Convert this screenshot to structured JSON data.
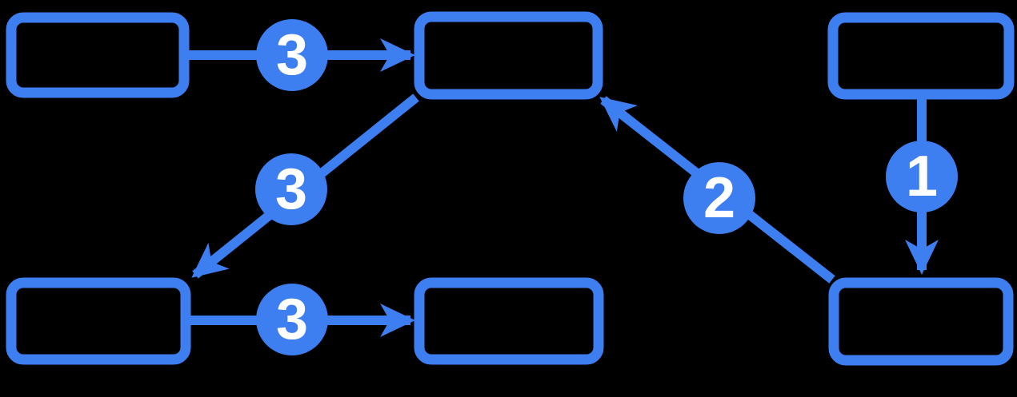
{
  "diagram": {
    "background_color": "#000000",
    "accent_color": "#3D7EF0",
    "badge_text_color": "#FFFFFF",
    "nodes": [
      {
        "id": "top-left",
        "label": ""
      },
      {
        "id": "top-center",
        "label": ""
      },
      {
        "id": "top-right",
        "label": ""
      },
      {
        "id": "bottom-left",
        "label": ""
      },
      {
        "id": "bottom-center",
        "label": ""
      },
      {
        "id": "bottom-right",
        "label": ""
      }
    ],
    "edges": [
      {
        "from": "top-left",
        "to": "top-center",
        "badge": "3"
      },
      {
        "from": "top-center",
        "to": "bottom-left",
        "badge": "3"
      },
      {
        "from": "bottom-left",
        "to": "bottom-center",
        "badge": "3"
      },
      {
        "from": "bottom-right",
        "to": "top-center",
        "badge": "2"
      },
      {
        "from": "top-right",
        "to": "bottom-right",
        "badge": "1"
      }
    ]
  }
}
